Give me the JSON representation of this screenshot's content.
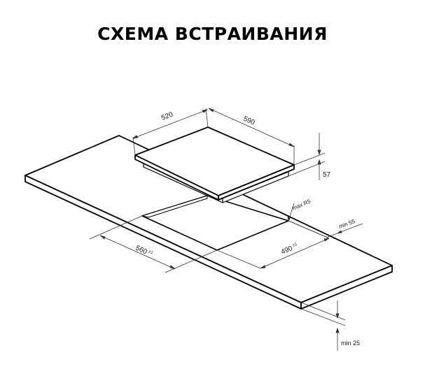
{
  "title": "СХЕМА ВСТРАИВАНИЯ",
  "dimensions": {
    "hob_depth": "520",
    "hob_width": "590",
    "hob_height": "57",
    "cutout_width": "560",
    "cutout_width_tol": "±1",
    "cutout_depth": "490",
    "cutout_depth_tol": "±1",
    "corner_radius": "max R5",
    "min_edge": "min 55",
    "min_thickness": "min 25"
  },
  "colors": {
    "line": "#000000",
    "dim_line": "#333333",
    "background": "#ffffff"
  }
}
